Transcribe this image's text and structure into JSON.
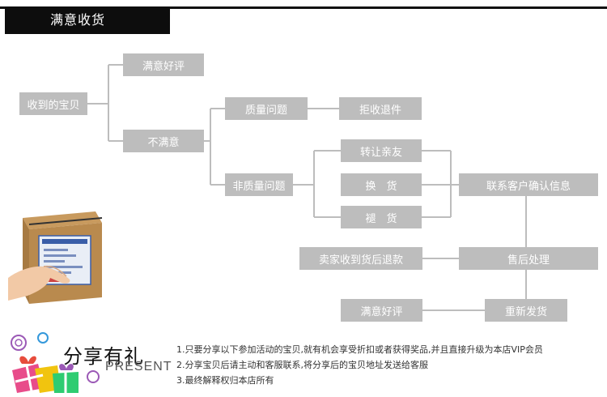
{
  "header": {
    "title": "满意收货"
  },
  "flow": {
    "received": "收到的宝贝",
    "satisfied": "满意好评",
    "unsatisfied": "不满意",
    "quality": "质量问题",
    "reject": "拒收退件",
    "non_quality": "非质量问题",
    "gift": "转让亲友",
    "exchange": "换　货",
    "return": "褪　货",
    "contact": "联系客户确认信息",
    "after_sale": "售后处理",
    "refund": "卖家收到货后退款",
    "reship": "重新发货",
    "good_review": "满意好评"
  },
  "share": {
    "title": "分享有礼",
    "subtitle": "PRESENT",
    "notes": [
      "1.只要分享以下参加活动的宝贝,就有机会享受折扣或者获得奖品,并且直接升级为本店VIP会员",
      "2.分享宝贝后请主动和客服联系,将分享后的宝贝地址发送给客服",
      "3.最终解释权归本店所有"
    ]
  },
  "colors": {
    "box": "#bdbdbd",
    "line": "#bdbdbd",
    "header": "#0d0d0d"
  }
}
